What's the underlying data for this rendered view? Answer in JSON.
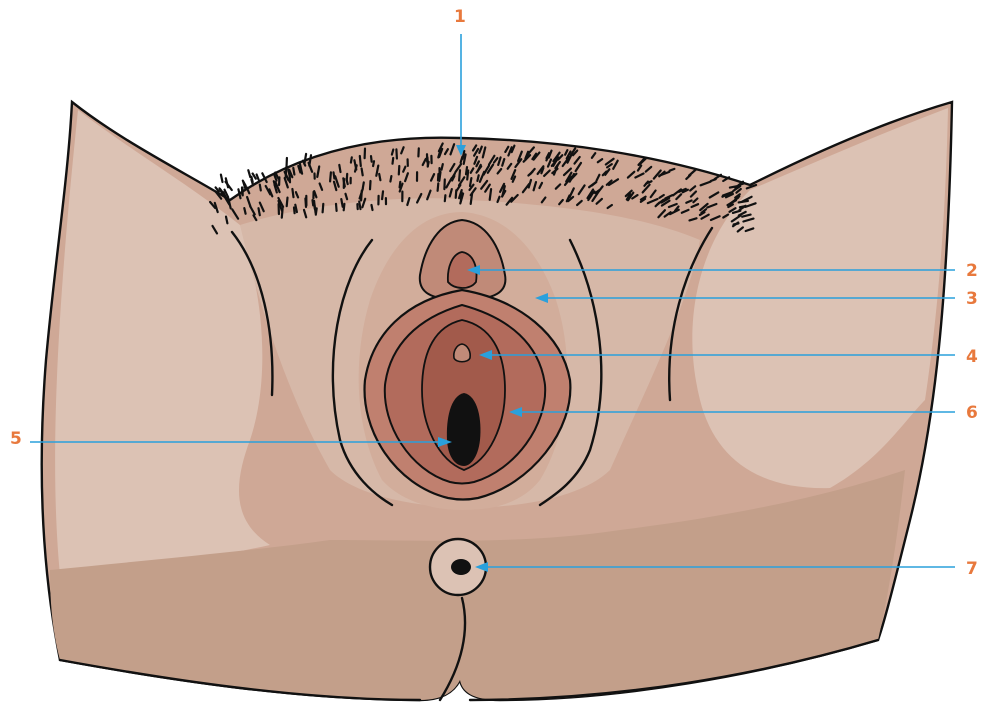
{
  "diagram": {
    "colors": {
      "skin": "#cfa896",
      "skin_light": "#dcc2b4",
      "skin_shadow": "#c39f8a",
      "labia_outer": "#c0806f",
      "labia_inner": "#b26b5c",
      "vestibule": "#a25a4b",
      "hair": "#111111",
      "outline": "#111111",
      "leader_line": "#2aa0dc",
      "callout_number": "#e8793d"
    },
    "callouts": [
      {
        "id": "1",
        "label": "1"
      },
      {
        "id": "2",
        "label": "2"
      },
      {
        "id": "3",
        "label": "3"
      },
      {
        "id": "4",
        "label": "4"
      },
      {
        "id": "5",
        "label": "5"
      },
      {
        "id": "6",
        "label": "6"
      },
      {
        "id": "7",
        "label": "7"
      }
    ]
  }
}
